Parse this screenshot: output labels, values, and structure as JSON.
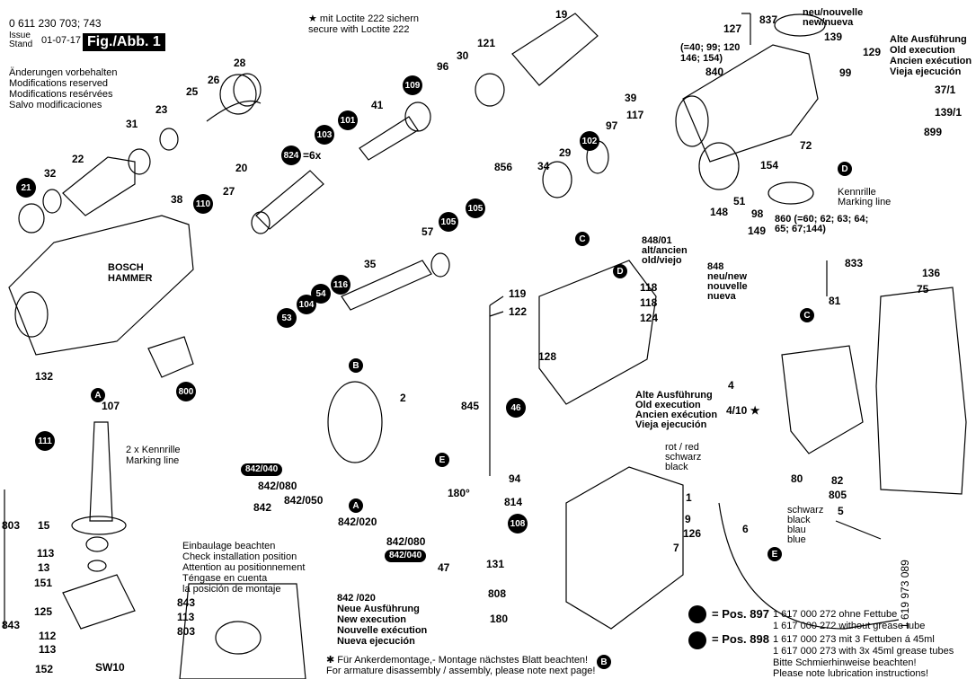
{
  "header": {
    "part_no": "0 611 230 703; 743",
    "issue_label": "Issue",
    "stand_label": "Stand",
    "date": "01-07-17",
    "fig": "Fig./Abb. 1",
    "notes": [
      "Änderungen vorbehalten",
      "Modifications reserved",
      "Modifications resérvées",
      "Salvo modificaciones"
    ]
  },
  "loctite": [
    "★ mit Loctite 222 sichern",
    "secure with Loctite 222"
  ],
  "labels": [
    "28",
    "26",
    "25",
    "23",
    "31",
    "22",
    "32",
    "20",
    "27",
    "38",
    "41",
    "96",
    "30",
    "121",
    "19",
    "39",
    "117",
    "97",
    "34",
    "29",
    "856",
    "57",
    "35",
    "118",
    "118",
    "124",
    "119",
    "122",
    "128",
    "845",
    "2",
    "840",
    "129",
    "99",
    "72",
    "154",
    "148",
    "51",
    "98",
    "149",
    "833",
    "136",
    "75",
    "81",
    "82",
    "80",
    "4",
    "4/10 ★",
    "1",
    "9",
    "126",
    "7",
    "131",
    "808",
    "180",
    "94",
    "814",
    "6",
    "805",
    "5",
    "842",
    "47",
    "107",
    "132",
    "15",
    "803",
    "113",
    "13",
    "151",
    "843",
    "125",
    "112",
    "113",
    "152",
    "843",
    "113",
    "803",
    "127",
    "139",
    "837",
    "37/1",
    "139/1",
    "899",
    "842/080",
    "842/050",
    "842/020",
    "842/080",
    "=6x",
    "SW10",
    "180°"
  ],
  "badges": [
    "21",
    "110",
    "109",
    "101",
    "103",
    "824",
    "102",
    "105",
    "105",
    "53",
    "104",
    "54",
    "116",
    "46",
    "108",
    "111",
    "800"
  ],
  "pills": [
    "842/040",
    "842/040"
  ],
  "letters": [
    "C",
    "D",
    "C",
    "D",
    "B",
    "A",
    "A",
    "E",
    "B",
    "E"
  ],
  "texts": {
    "equiv": [
      "(=40; 99; 120",
      "146; 154)"
    ],
    "new837": [
      "neu/nouvelle",
      "new/nueva"
    ],
    "old_exec_top": [
      "Alte Ausführung",
      "Old execution",
      "Ancien exécution",
      "Vieja ejecución"
    ],
    "kennrille": [
      "Kennrille",
      "Marking line"
    ],
    "p860": [
      "860 (=60; 62; 63; 64;",
      "65; 67;144)"
    ],
    "p848_01": [
      "848/01",
      "alt/ancien",
      "old/viejo"
    ],
    "p848": [
      "848",
      "neu/new",
      "nouvelle",
      "nueva"
    ],
    "old_exec_mid": [
      "Alte Ausführung",
      "Old execution",
      "Ancien exécution",
      "Vieja ejecución"
    ],
    "wires1": [
      "rot / red",
      "schwarz",
      "black"
    ],
    "wires2": [
      "schwarz",
      "black",
      "blau",
      "blue"
    ],
    "marking2": [
      "2 x Kennrille",
      "Marking line"
    ],
    "install": [
      "Einbaulage beachten",
      "Check installation position",
      "Attention au positionnement",
      "Téngase en cuenta",
      "la posición de montaje"
    ],
    "new_exec": [
      "842 /020",
      "Neue Ausführung",
      "New execution",
      "Nouvelle exécution",
      "Nueva ejecución"
    ],
    "footnote": [
      "✱ Für Ankerdemontage,- Montage nächstes Blatt beachten!",
      "For armature disassembly / assembly, please note next page!"
    ],
    "logo": [
      "BOSCH",
      "HAMMER"
    ]
  },
  "legend": {
    "pos897": "= Pos. 897",
    "pos898": "= Pos. 898",
    "lines897": [
      "1 617 000 272 ohne Fettube",
      "1 617 000 272 without grease tube"
    ],
    "lines898": [
      "1 617 000 273 mit 3 Fettuben á 45ml",
      "1 617 000 273 with 3x 45ml grease tubes",
      "Bitte Schmierhinweise beachten!",
      "Please note lubrication instructions!"
    ]
  },
  "doc_number": "1 619 973 089"
}
